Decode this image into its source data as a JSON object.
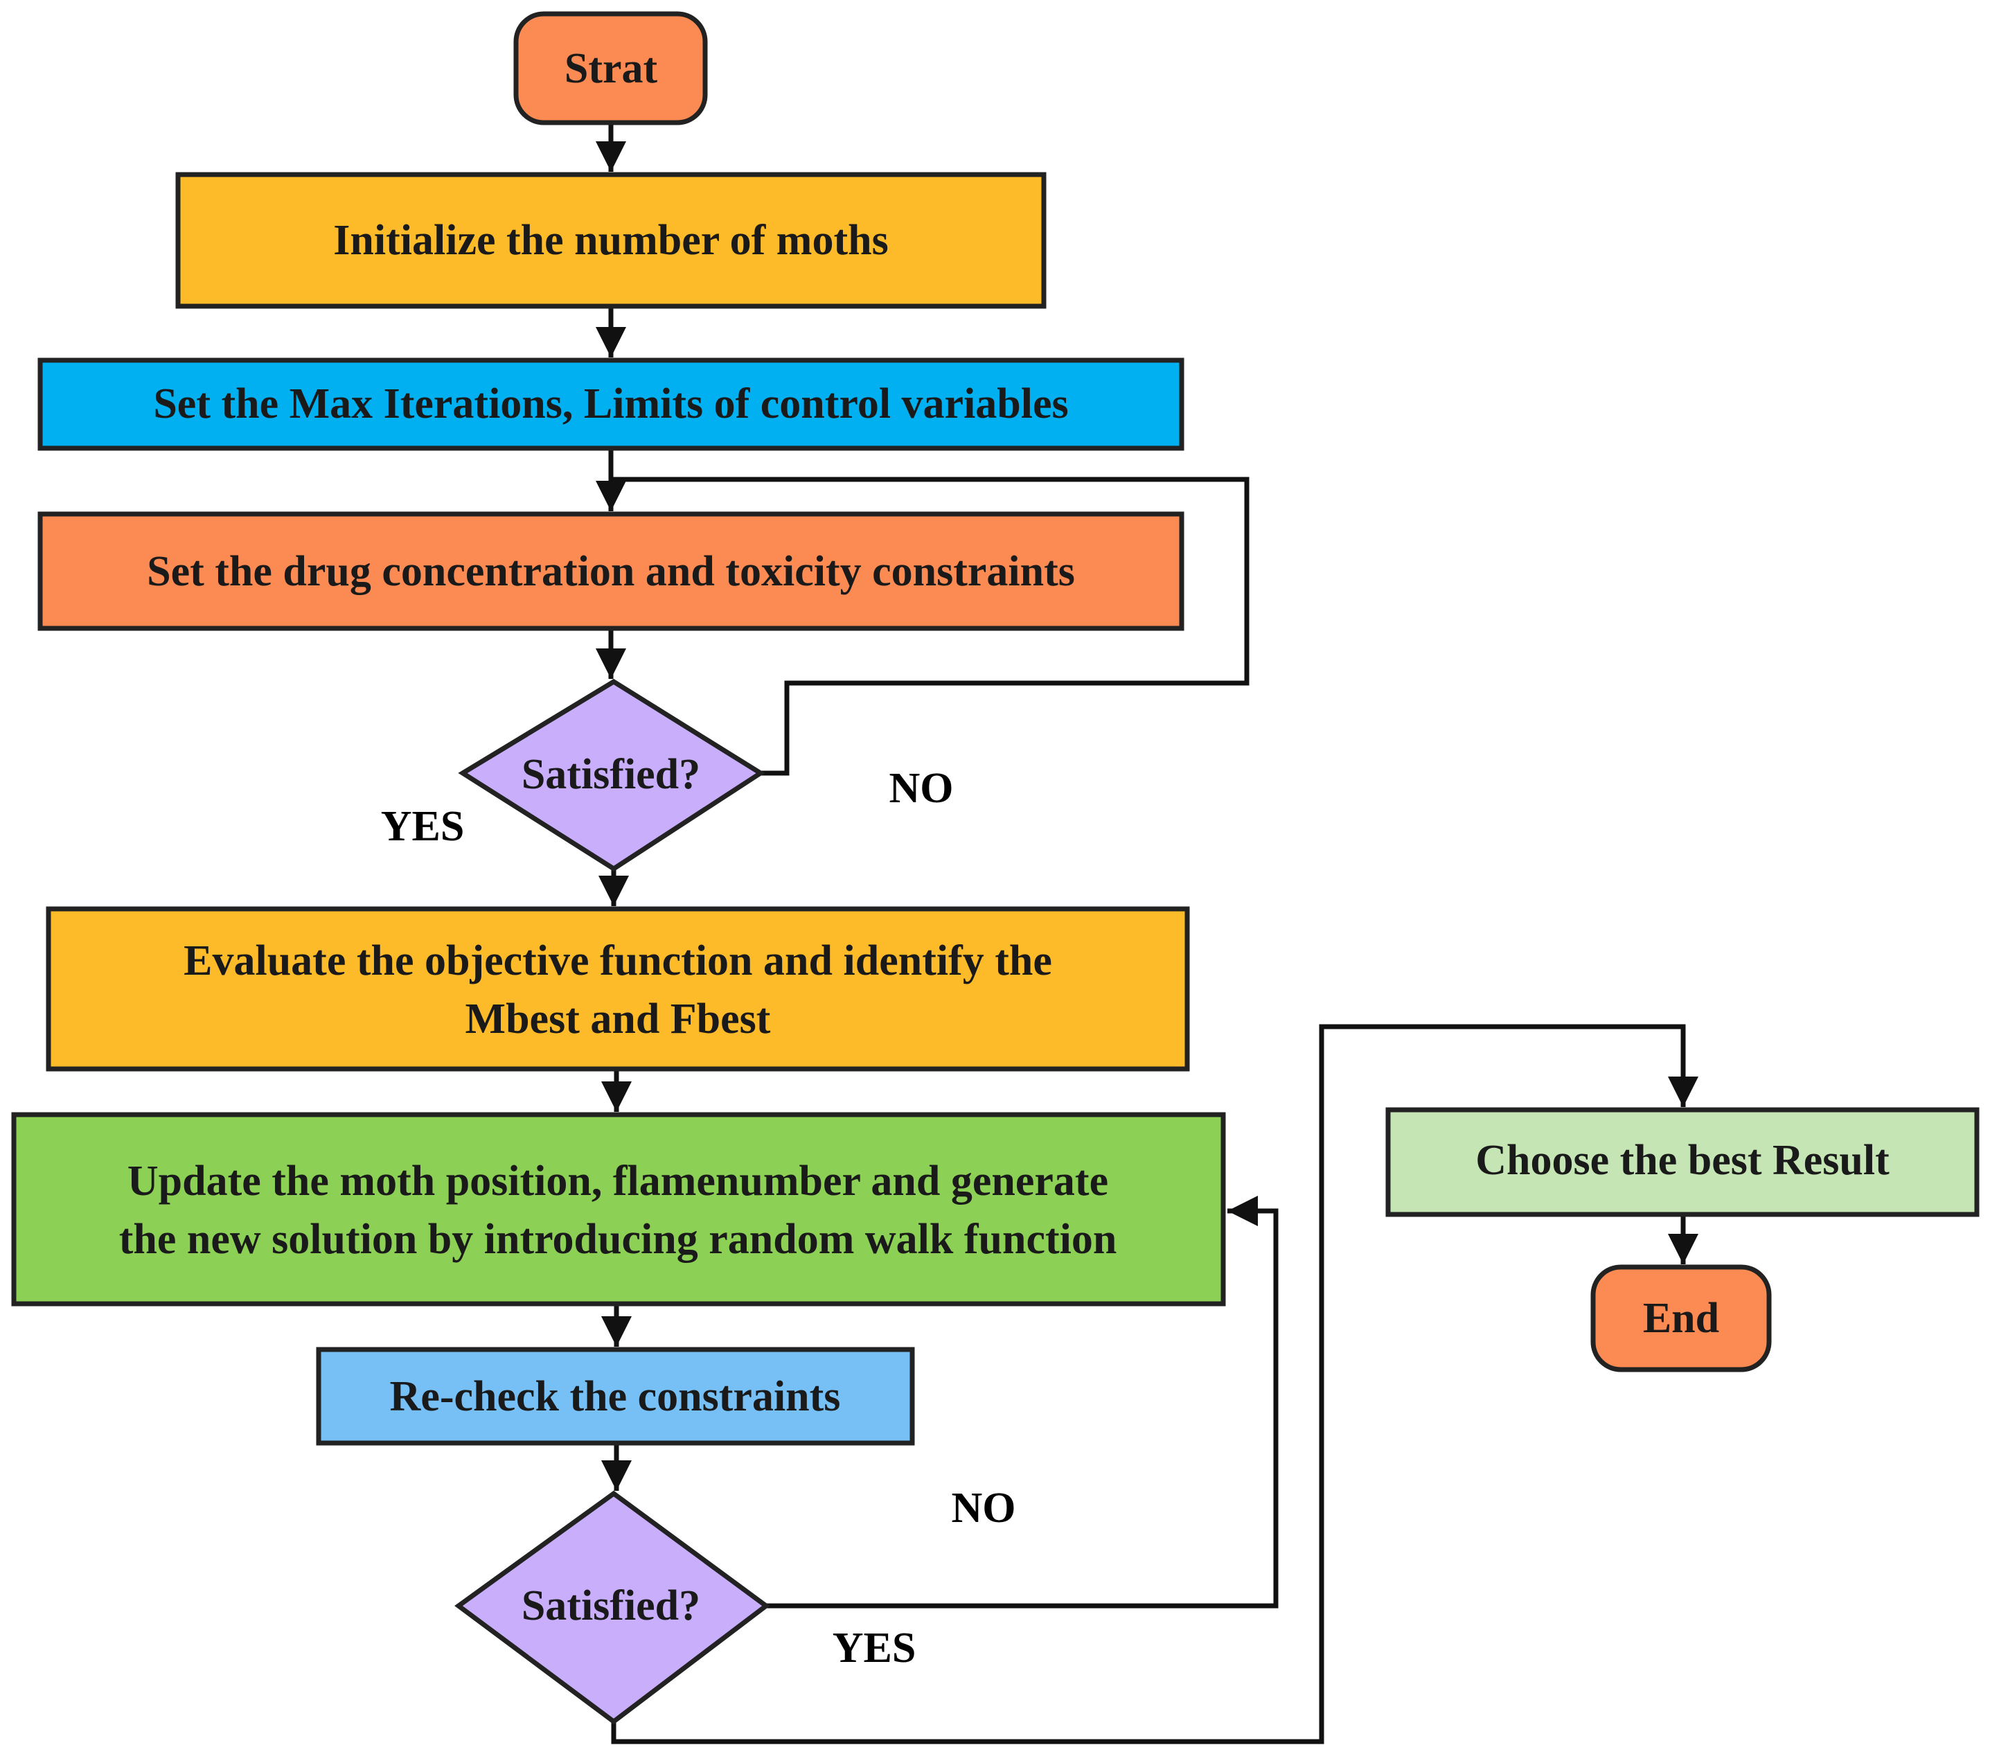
{
  "nodes": {
    "start": {
      "label": "Strat",
      "color": "#FB8A53"
    },
    "init": {
      "label": "Initialize the number of moths",
      "color": "#FDBB2A"
    },
    "set_max": {
      "label": "Set the Max Iterations, Limits of control variables",
      "color": "#00B0F0"
    },
    "set_drug": {
      "label": "Set the drug concentration and toxicity constraints",
      "color": "#FB8A53"
    },
    "decision1": {
      "label": "Satisfied?",
      "color": "#C9AFFB"
    },
    "evaluate": {
      "line1": "Evaluate the objective function and identify the",
      "line2": "Mbest and Fbest",
      "color": "#FDBB2A"
    },
    "update": {
      "line1": "Update the moth position, flamenumber and generate",
      "line2": "the new solution by introducing random walk function",
      "color": "#8CD055"
    },
    "recheck": {
      "label": "Re-check the constraints",
      "color": "#76C0F5"
    },
    "decision2": {
      "label": "Satisfied?",
      "color": "#C9AFFB"
    },
    "choose": {
      "label": "Choose the best Result",
      "color": "#C6E5B5"
    },
    "end": {
      "label": "End",
      "color": "#FB8A53"
    }
  },
  "edge_labels": {
    "d1_yes": "YES",
    "d1_no": "NO",
    "d2_no": "NO",
    "d2_yes": "YES"
  }
}
